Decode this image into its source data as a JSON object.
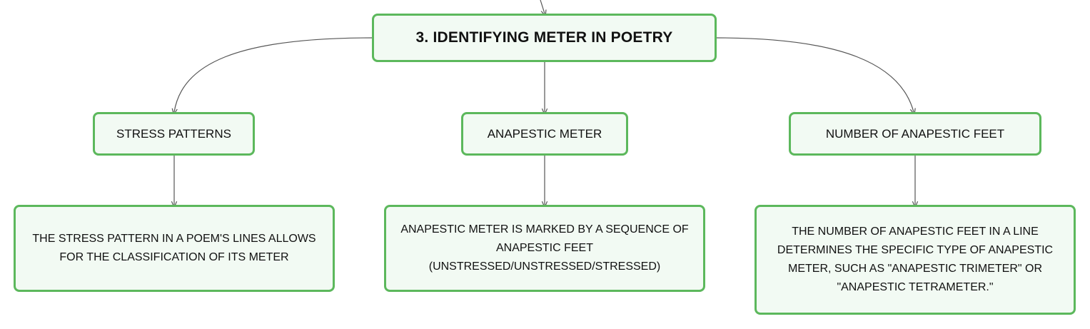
{
  "root": {
    "label": "3. IDENTIFYING METER IN POETRY"
  },
  "topics": [
    {
      "label": "STRESS PATTERNS"
    },
    {
      "label": "ANAPESTIC METER"
    },
    {
      "label": "NUMBER OF ANAPESTIC FEET"
    }
  ],
  "details": [
    {
      "lines": [
        "THE STRESS PATTERN IN A POEM'S LINES ALLOWS",
        "FOR THE CLASSIFICATION OF ITS METER"
      ]
    },
    {
      "lines": [
        "ANAPESTIC METER IS MARKED BY A SEQUENCE OF",
        "ANAPESTIC FEET",
        "(UNSTRESSED/UNSTRESSED/STRESSED)"
      ]
    },
    {
      "lines": [
        "THE NUMBER OF ANAPESTIC FEET IN A LINE",
        "DETERMINES THE SPECIFIC TYPE OF ANAPESTIC",
        "METER, SUCH AS \"ANAPESTIC TRIMETER\" OR",
        "\"ANAPESTIC TETRAMETER.\""
      ]
    }
  ],
  "colors": {
    "node_border": "#5cb85c",
    "node_fill": "#f2faf3",
    "connector": "#555555",
    "text": "#111111"
  }
}
